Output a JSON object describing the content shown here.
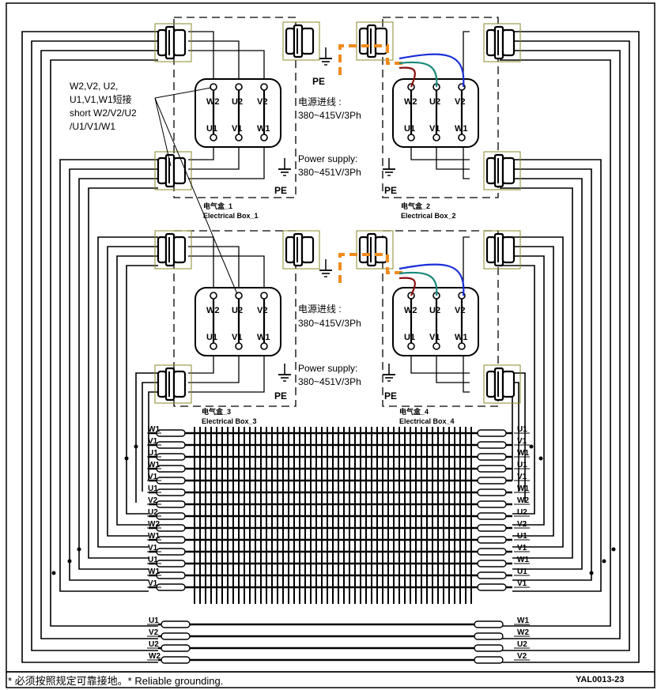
{
  "colors": {
    "line": "#000000",
    "orange": "#f08a1c",
    "blue": "#1a2fd6",
    "teal": "#1a8a7a",
    "red": "#8a1010",
    "gland_outline": "#8a8a2a"
  },
  "annotation": {
    "short_note": [
      "W2,V2, U2,",
      "U1,V1,W1短接",
      "short W2/V2/U2",
      "/U1/V1/W1"
    ]
  },
  "boxes": [
    {
      "id": "1",
      "label_cn": "电气盒_1",
      "label_en": "Electrical Box_1",
      "terminals_top": [
        "W2",
        "U2",
        "V2"
      ],
      "terminals_bottom": [
        "U1",
        "V1",
        "W1"
      ]
    },
    {
      "id": "2",
      "label_cn": "电气盒_2",
      "label_en": "Electrical Box_2",
      "terminals_top": [
        "W2",
        "U2",
        "V2"
      ],
      "terminals_bottom": [
        "U1",
        "V1",
        "W1"
      ]
    },
    {
      "id": "3",
      "label_cn": "电气盒_3",
      "label_en": "Electrical Box_3",
      "terminals_top": [
        "W2",
        "U2",
        "V2"
      ],
      "terminals_bottom": [
        "U1",
        "V1",
        "W1"
      ]
    },
    {
      "id": "4",
      "label_cn": "电气盒_4",
      "label_en": "Electrical Box_4",
      "terminals_top": [
        "W2",
        "U2",
        "V2"
      ],
      "terminals_bottom": [
        "U1",
        "V1",
        "W1"
      ]
    }
  ],
  "supply": {
    "pe": "PE",
    "cn_line": "电源进线 :",
    "cn_voltage": "380~415V/3Ph",
    "en_line": "Power supply:",
    "en_voltage": "380~451V/3Ph"
  },
  "bundle": {
    "left_labels": [
      "W1",
      "V1",
      "U1",
      "W1",
      "V1",
      "U1",
      "V2",
      "U2",
      "W2",
      "W1",
      "V1",
      "U1",
      "W1",
      "V1"
    ],
    "right_labels": [
      "U1",
      "V1",
      "W1",
      "U1",
      "V1",
      "W1",
      "W2",
      "U2",
      "V2",
      "U1",
      "V1",
      "W1",
      "U1",
      "V1"
    ]
  },
  "bottom_bundle": {
    "left_labels": [
      "U1",
      "V2",
      "U2",
      "W2"
    ],
    "right_labels": [
      "W1",
      "W2",
      "U2",
      "V2"
    ]
  },
  "footer": {
    "note": "* 必须按照规定可靠接地。* Reliable grounding.",
    "drawing_code": "YAL0013-23"
  }
}
